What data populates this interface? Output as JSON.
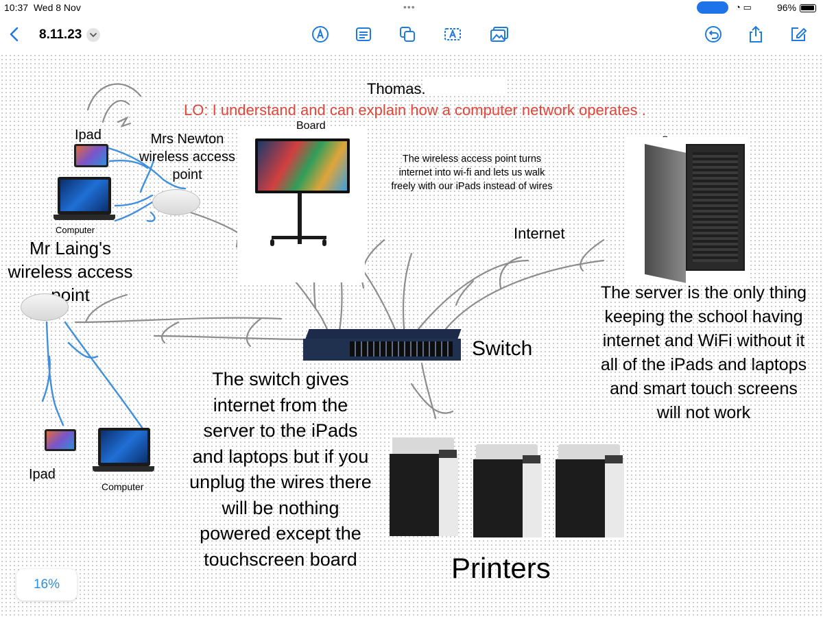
{
  "status_bar": {
    "time": "10:37",
    "date": "Wed 8 Nov",
    "battery": "96%"
  },
  "toolbar": {
    "title": "8.11.23",
    "left_icons": [
      "back-chevron-icon",
      "title-chevron-down-icon"
    ],
    "center_icons": [
      "pen-tool-icon",
      "text-list-icon",
      "shapes-icon",
      "text-box-icon",
      "media-image-icon"
    ],
    "right_icons": [
      "undo-icon",
      "share-icon",
      "compose-icon"
    ]
  },
  "canvas": {
    "author": "Thomas.",
    "learning_objective": "LO: I understand and can explain how a computer network operates .",
    "objective_color": "#e0463a",
    "ink_gray": "#8c8c8c",
    "ink_blue": "#3f8fdc",
    "labels": {
      "ipad_top": "Ipad",
      "mrs_newton": "Mrs Newton\nwireless access\npoint",
      "board": "Board",
      "computer_top": "Computer",
      "mr_laing": "Mr Laing's\nwireless access\npoint",
      "server": "Server",
      "internet": "Internet",
      "switch": "Switch",
      "ipad_bottom": "Ipad",
      "computer_bottom": "Computer",
      "printers": "Printers"
    },
    "notes": {
      "wireless_note": "The wireless access point turns\ninternet into wi-fi and lets us walk\nfreely with our iPads instead of wires",
      "server_note": "The server is the only thing\nkeeping the school having\ninternet and WiFi without it\nall of the iPads and laptops\nand smart touch screens\nwill not work",
      "switch_note": "The switch gives\ninternet from the\nserver to the iPads\nand laptops but if you\nunplug the wires there\nwill be nothing\npowered except the\ntouchscreen board"
    },
    "objects": [
      "ipad-tablet-top",
      "computer-laptop-top",
      "mrs-newton-access-point",
      "smart-board",
      "server-tower",
      "mr-laing-access-point",
      "network-switch",
      "ipad-tablet-bottom",
      "computer-laptop-bottom",
      "printer-1",
      "printer-2",
      "printer-3"
    ]
  },
  "zoom": {
    "level": "16%"
  }
}
